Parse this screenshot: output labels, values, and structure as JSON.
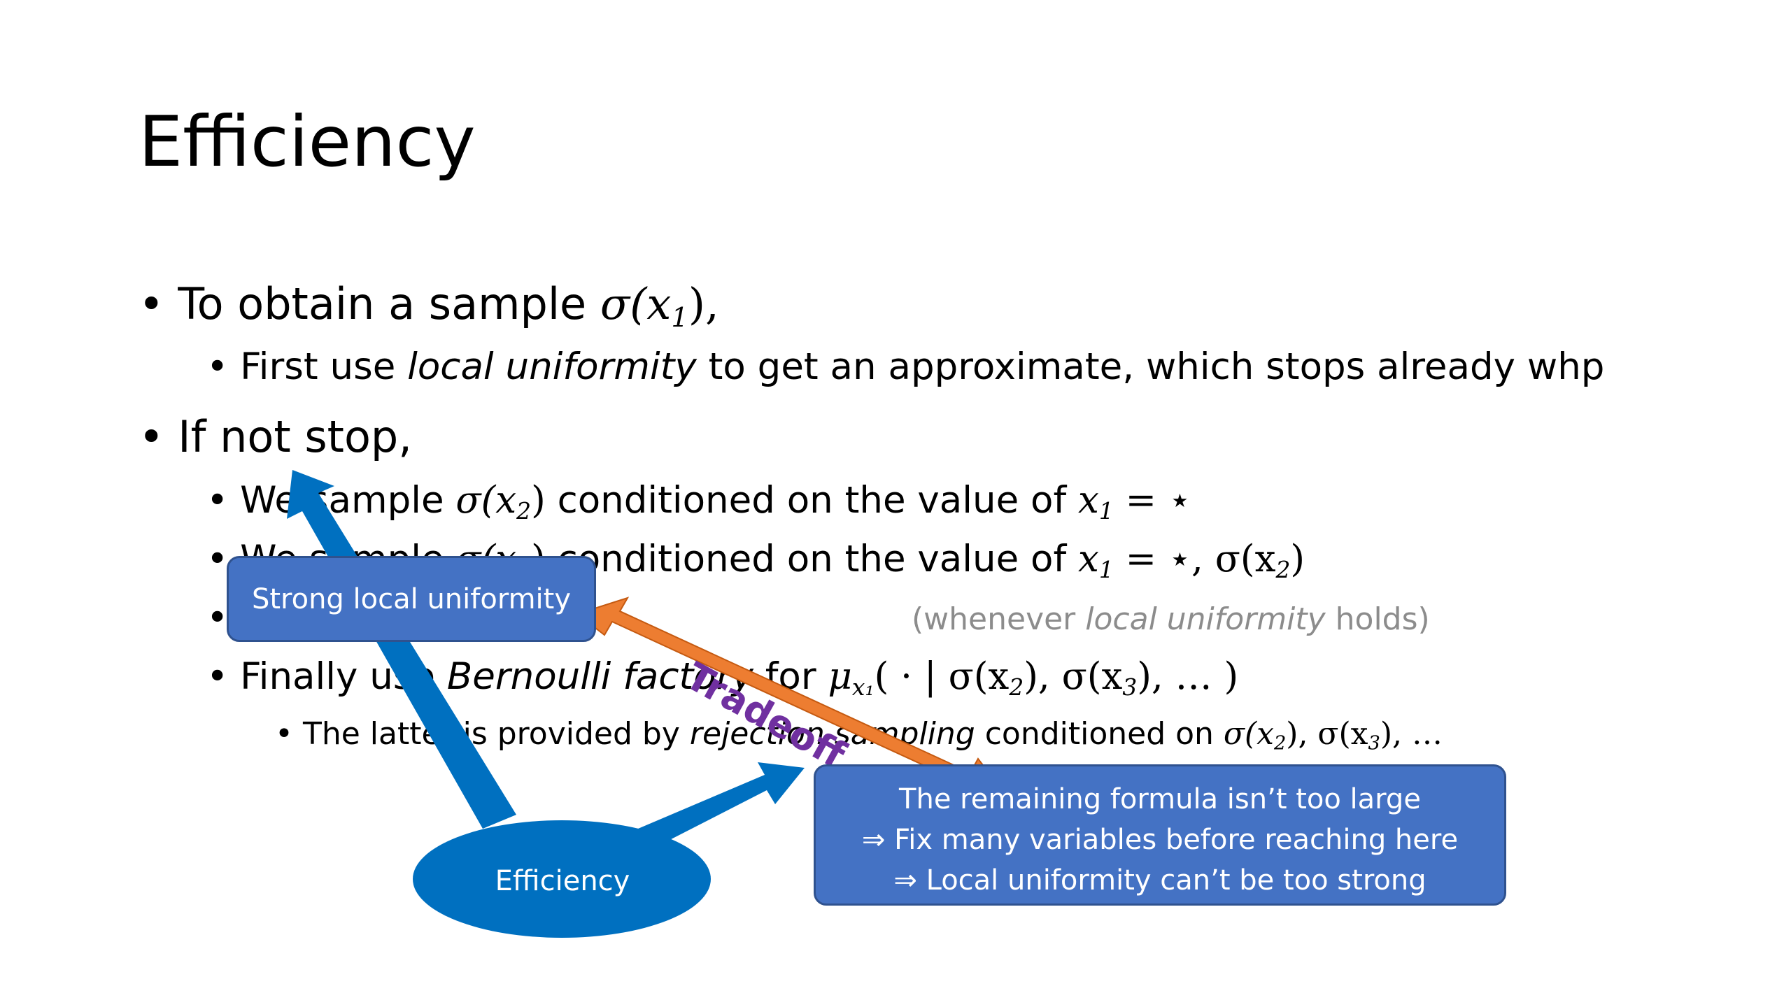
{
  "title": "Efficiency",
  "bullets": {
    "b1": {
      "text": "To obtain a sample ",
      "math": "σ(x",
      "sub": "1",
      "math_end": "),",
      "tail": ""
    },
    "b1_1": {
      "pre": "First use ",
      "em": "local uniformity",
      "post": " to get an approximate, which stops already whp"
    },
    "b2": {
      "text": "If not stop,"
    },
    "b2_1": {
      "pre": "We sample ",
      "math_a": "σ(x",
      "sub_a": "2",
      "math_a_end": ")",
      "mid": " conditioned on the value of ",
      "math_b": "x",
      "sub_b": "1",
      "math_b_end": " = ⋆"
    },
    "b2_2": {
      "pre": "We sample ",
      "math_a": "σ(x",
      "sub_a": "3",
      "math_a_end": ")",
      "mid": " conditioned on the value of ",
      "math_b": "x",
      "sub_b": "1",
      "math_b_end": " = ⋆, σ(x",
      "sub_c": "2",
      "math_c_end": ")"
    },
    "b2_3": {
      "paren_pre": "(whenever ",
      "paren_em": "local uniformity",
      "paren_post": " holds)"
    },
    "b2_4": {
      "pre": "Finally use ",
      "em": "Bernoulli factory",
      "post": " for ",
      "math": "μ",
      "sub": "x₁",
      "math_end": "( · | σ(x",
      "sub_2": "2",
      "math_2": "), σ(x",
      "sub_3": "3",
      "math_3": "), … )"
    },
    "b2_4_1": {
      "pre": "The latter is provided by ",
      "em": "rejection sampling",
      "post": " conditioned on ",
      "math": "σ(x",
      "sub_2": "2",
      "math_2": "), σ(x",
      "sub_3": "3",
      "math_3": "), …"
    }
  },
  "callouts": {
    "strong_local": "Strong local uniformity",
    "remaining": [
      "The remaining formula isn’t too large",
      "⇒ Fix many variables before reaching here",
      "⇒ Local uniformity can’t be too strong"
    ],
    "efficiency": "Efficiency",
    "tradeoff": "Tradeoff"
  },
  "colors": {
    "box_fill": "#4472c4",
    "box_border": "#2f528f",
    "ellipse_fill": "#0070c0",
    "blue_arrow": "#0070c0",
    "orange_arrow": "#ed7d31",
    "tradeoff_text": "#7030a0",
    "grey_text": "#8c8c8c"
  }
}
